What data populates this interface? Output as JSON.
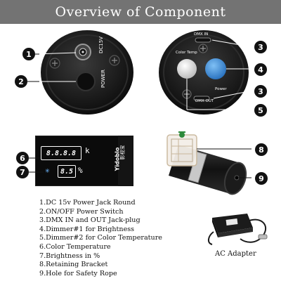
{
  "banner": {
    "title": "Overview of Component"
  },
  "device_left": {
    "power_label": "POWER",
    "voltage_label": "DC15V"
  },
  "device_right": {
    "dmx_in_label": "DMX IN",
    "dmx_out_label": "DMX OUT",
    "color_temp_label": "Color Temp",
    "power_label": "Power"
  },
  "display": {
    "digits_top": "8.8.8.8",
    "unit_top": "k",
    "digits_bottom": "8.5",
    "unit_bottom": "%",
    "sun_glyph": "✳",
    "brand": "Yidoblo",
    "brand_chinese": "影视宝"
  },
  "callouts": [
    "1",
    "2",
    "3",
    "4",
    "3",
    "5",
    "6",
    "7",
    "8",
    "9"
  ],
  "spec_list": [
    "1.DC 15v Power Jack Round",
    "2.ON/OFF Power Switch",
    "3.DMX IN and OUT Jack-plug",
    "4.Dimmer#1 for Brightness",
    "5.Dimmer#2 for Color Temperature",
    "6.Color Temperature",
    "7.Brightness in %",
    "8.Retaining Bracket",
    "9.Hole for Safety Rope"
  ],
  "adapter": {
    "caption": "AC Adapter"
  },
  "colors": {
    "banner": "#737373",
    "knob_blue": "#3d8fd8",
    "device_black": "#1a1a1a"
  }
}
